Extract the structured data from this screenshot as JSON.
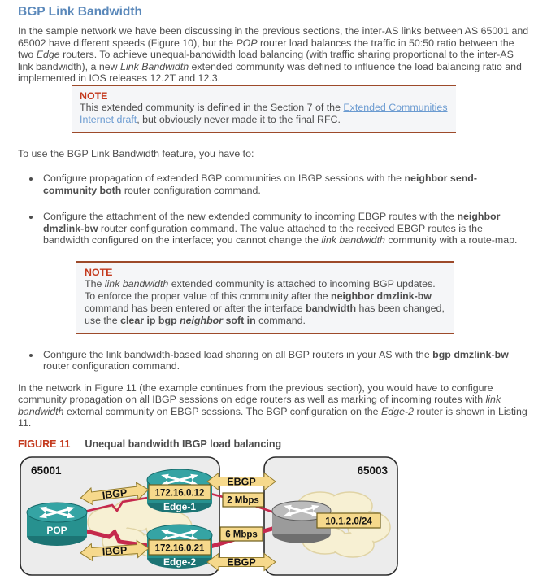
{
  "colors": {
    "title_blue": "#5a88ba",
    "body_text": "#4d4d4d",
    "note_red": "#c43a1e",
    "note_border": "#9d4a2a",
    "note_bg": "#f5f6f8",
    "link_blue": "#6b9bd1",
    "figure_yellow": "#f6d98c",
    "figure_red_link": "#c5294d",
    "router_teal": "#27918f",
    "router_gray": "#9b9b9b"
  },
  "heading": "BGP Link Bandwidth",
  "intro": [
    {
      "s": "t",
      "text": "In the sample network we have been discussing in the previous sections, the inter-AS links between AS 65001 and 65002 have different speeds (Figure 10), but the "
    },
    {
      "s": "i",
      "text": "POP"
    },
    {
      "s": "t",
      "text": " router load balances the traffic in 50:50 ratio between the two "
    },
    {
      "s": "i",
      "text": "Edge"
    },
    {
      "s": "t",
      "text": " routers. To achieve unequal-bandwidth load balancing (with traffic sharing proportional to the inter-AS link bandwidth), a new "
    },
    {
      "s": "i",
      "text": "Link Bandwidth"
    },
    {
      "s": "t",
      "text": " extended community was defined to influence the load balancing ratio and implemented in IOS releases 12.2T and 12.3."
    }
  ],
  "note1": {
    "label": "NOTE",
    "body": [
      {
        "s": "t",
        "text": "This extended community is defined in the Section 7 of the "
      },
      {
        "s": "link",
        "text": "Extended Communities Internet draft"
      },
      {
        "s": "t",
        "text": ", but obviously never made it to the final RFC."
      }
    ]
  },
  "lead": "To use the BGP Link Bandwidth feature, you have to:",
  "bullet1": [
    {
      "s": "t",
      "text": "Configure propagation of extended BGP communities on IBGP sessions with the "
    },
    {
      "s": "b",
      "text": "neighbor send-community both"
    },
    {
      "s": "t",
      "text": " router configuration command."
    }
  ],
  "bullet2": [
    {
      "s": "t",
      "text": "Configure the attachment of the new extended community to incoming EBGP routes with the "
    },
    {
      "s": "b",
      "text": "neighbor dmzlink-bw"
    },
    {
      "s": "t",
      "text": " router configuration command. The value attached to the received EBGP routes is the bandwidth configured on the interface; you cannot change the "
    },
    {
      "s": "i",
      "text": "link bandwidth"
    },
    {
      "s": "t",
      "text": " community with a route-map."
    }
  ],
  "note2": {
    "label": "NOTE",
    "body": [
      {
        "s": "t",
        "text": "The "
      },
      {
        "s": "i",
        "text": "link bandwidth"
      },
      {
        "s": "t",
        "text": " extended community is attached to incoming BGP updates. To enforce the proper value of this community after the "
      },
      {
        "s": "b",
        "text": "neighbor dmzlink-bw"
      },
      {
        "s": "t",
        "text": " command has been entered or after the interface "
      },
      {
        "s": "b",
        "text": "bandwidth"
      },
      {
        "s": "t",
        "text": " has been changed, use the "
      },
      {
        "s": "b",
        "text": "clear ip bgp "
      },
      {
        "s": "bi",
        "text": "neighbor"
      },
      {
        "s": "b",
        "text": " soft in"
      },
      {
        "s": "t",
        "text": " command."
      }
    ]
  },
  "bullet3": [
    {
      "s": "t",
      "text": "Configure the link bandwidth-based load sharing on all BGP routers in your AS with the "
    },
    {
      "s": "b",
      "text": "bgp dmzlink-bw"
    },
    {
      "s": "t",
      "text": " router configuration command."
    }
  ],
  "closing": [
    {
      "s": "t",
      "text": "In the network in Figure 11 (the example continues from the previous section), you would have to configure community propagation on all IBGP sessions on edge routers as well as marking of incoming routes with "
    },
    {
      "s": "i",
      "text": "link bandwidth"
    },
    {
      "s": "t",
      "text": " external community on EBGP sessions. The BGP configuration on the "
    },
    {
      "s": "i",
      "text": "Edge-2"
    },
    {
      "s": "t",
      "text": " router is shown in Listing 11."
    }
  ],
  "figure": {
    "label": "FIGURE 11",
    "caption": "Unequal bandwidth IBGP load balancing",
    "as_left": "65001",
    "as_right": "65003",
    "pop": "POP",
    "edge1_ip": "172.16.0.12",
    "edge1_name": "Edge-1",
    "edge2_ip": "172.16.0.21",
    "edge2_name": "Edge-2",
    "ibgp_top": "IBGP",
    "ibgp_bottom": "IBGP",
    "ebgp_top": "EBGP",
    "ebgp_bottom": "EBGP",
    "bw_top": "2 Mbps",
    "bw_bottom": "6 Mbps",
    "prefix": "10.1.2.0/24"
  }
}
